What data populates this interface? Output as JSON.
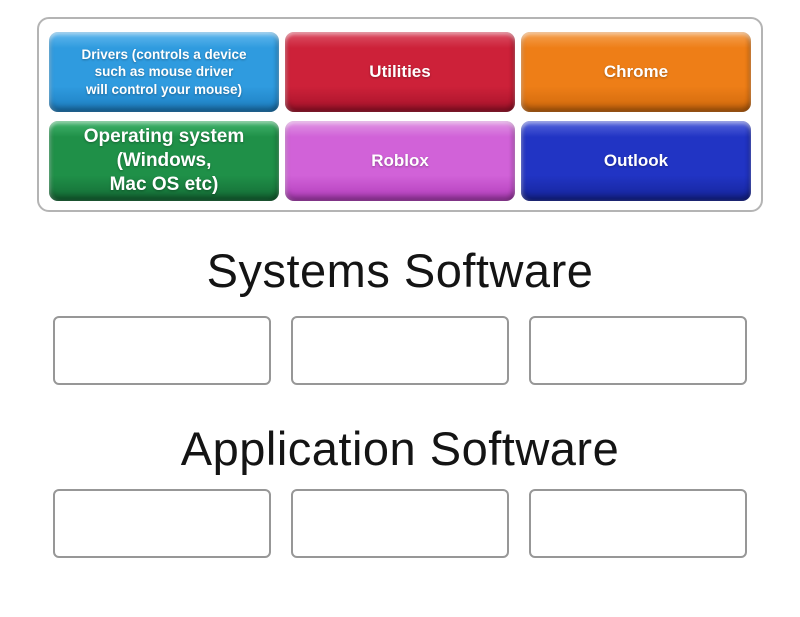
{
  "page": {
    "background": "#ffffff"
  },
  "tray": {
    "text_color": "#ffffff",
    "tiles": [
      {
        "label": "Drivers (controls a device\nsuch as mouse driver\nwill control your mouse)",
        "color": {
          "light": "#64b9ee",
          "base": "#2f9bdf",
          "dark": "#1c7dc0"
        }
      },
      {
        "label": "Utilities",
        "color": {
          "light": "#dd5368",
          "base": "#cd2139",
          "dark": "#a4122a"
        }
      },
      {
        "label": "Chrome",
        "color": {
          "light": "#f5a355",
          "base": "#ee7e17",
          "dark": "#ce680c"
        }
      },
      {
        "label": "Operating system\n(Windows,\nMac OS etc)",
        "color": {
          "light": "#43b56e",
          "base": "#1f9048",
          "dark": "#146a35"
        }
      },
      {
        "label": "Roblox",
        "color": {
          "light": "#e197e4",
          "base": "#d162d8",
          "dark": "#b13cba"
        }
      },
      {
        "label": "Outlook",
        "color": {
          "light": "#5968dd",
          "base": "#2134c4",
          "dark": "#152499"
        }
      }
    ]
  },
  "groups": [
    {
      "title": "Systems Software",
      "slot_count": 3
    },
    {
      "title": "Application Software",
      "slot_count": 3
    }
  ]
}
